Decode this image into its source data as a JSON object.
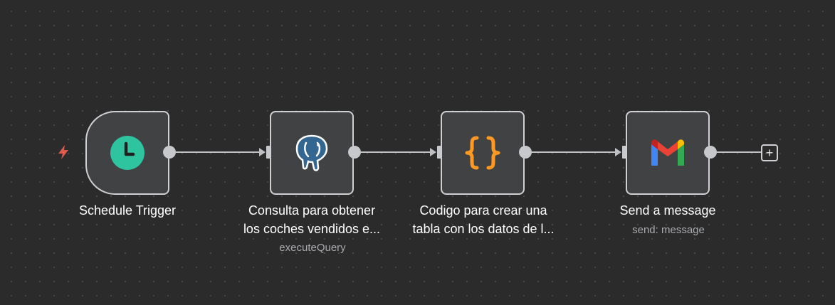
{
  "workflow": {
    "nodes": [
      {
        "title": "Schedule Trigger",
        "subtitle": "",
        "icon": "clock-icon",
        "color": "#2ec4a0"
      },
      {
        "title": "Consulta para obtener\nlos coches vendidos e...",
        "subtitle": "executeQuery",
        "icon": "postgres-elephant-icon",
        "color": "#336791"
      },
      {
        "title": "Codigo para crear una\ntabla con los datos de l...",
        "subtitle": "",
        "icon": "code-braces-icon",
        "color": "#ff9922"
      },
      {
        "title": "Send a message",
        "subtitle": "send: message",
        "icon": "gmail-icon",
        "color": "#ea4335"
      }
    ],
    "add_node_label": "+",
    "trigger_indicator_color": "#e15a4b"
  }
}
